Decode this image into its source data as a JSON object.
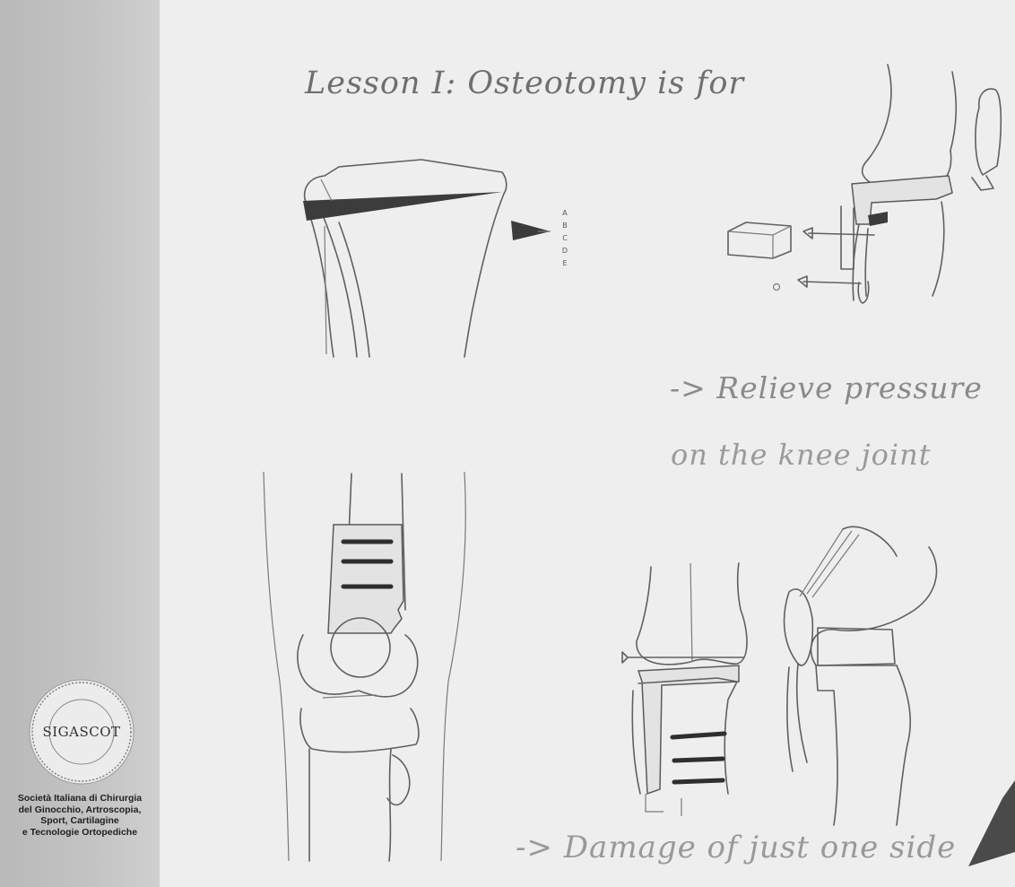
{
  "slide": {
    "title": "Lesson I: Osteotomy is for",
    "point1_line1": "-> Relieve pressure",
    "point1_line2": "on the knee joint",
    "point2": "-> Damage of just one side",
    "wedge_scale_letters": [
      "A",
      "B",
      "C",
      "D",
      "E"
    ]
  },
  "logo": {
    "name": "SIGASCOT",
    "ring_text": "Società Italiana di Chirurgia del Ginocchio, Artroscopia, Sport, Cartilagine e Tecnologie Ortopediche",
    "society_lines": [
      "Società Italiana di Chirurgia",
      "del Ginocchio, Artroscopia,",
      "Sport, Cartilagine",
      "e Tecnologie Ortopediche"
    ]
  },
  "colors": {
    "background": "#eeeeee",
    "left_strip": "#c2c2c2",
    "ink": "#606060",
    "handwriting": "#8a8a8a"
  }
}
